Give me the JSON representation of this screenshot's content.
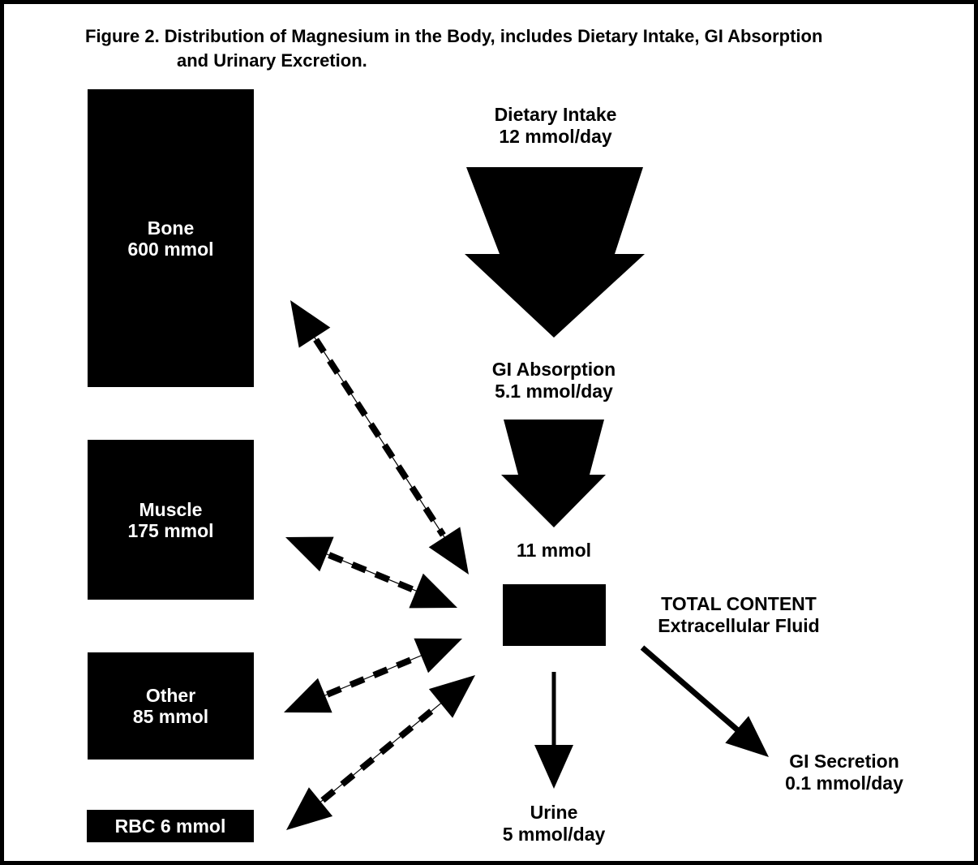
{
  "figure": {
    "title_line1": "Figure 2. Distribution of Magnesium in the Body, includes Dietary Intake, GI Absorption",
    "title_line2": "and Urinary Excretion."
  },
  "compartments": {
    "bone": {
      "name": "Bone",
      "amount": "600 mmol",
      "value_mmol": 600
    },
    "muscle": {
      "name": "Muscle",
      "amount": "175 mmol",
      "value_mmol": 175
    },
    "other": {
      "name": "Other",
      "amount": "85 mmol",
      "value_mmol": 85
    },
    "rbc": {
      "label": "RBC 6 mmol",
      "value_mmol": 6
    },
    "ecf": {
      "line1": "TOTAL CONTENT",
      "line2": "Extracellular Fluid"
    }
  },
  "flows": {
    "dietary_intake": {
      "name": "Dietary Intake",
      "rate": "12 mmol/day",
      "value_mmol_day": 12
    },
    "gi_absorption": {
      "name": "GI Absorption",
      "rate": "5.1 mmol/day",
      "value_mmol_day": 5.1
    },
    "absorbed": {
      "label": "11 mmol",
      "value_mmol": 11
    },
    "urine": {
      "name": "Urine",
      "rate": "5 mmol/day",
      "value_mmol_day": 5
    },
    "gi_secretion": {
      "name": "GI Secretion",
      "rate": "0.1 mmol/day",
      "value_mmol_day": 0.1
    }
  },
  "colors": {
    "ink": "#000000",
    "background": "#ffffff",
    "box_text": "#ffffff"
  }
}
